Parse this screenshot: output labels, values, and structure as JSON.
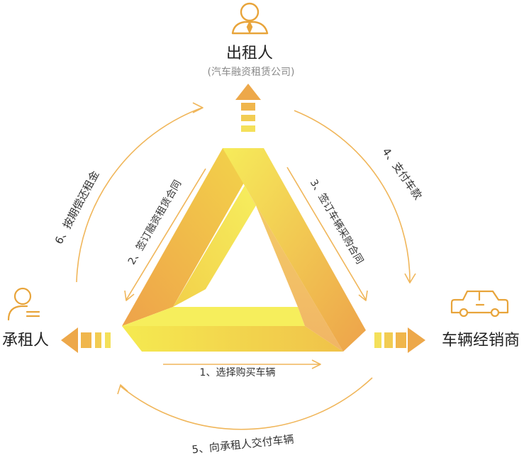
{
  "nodes": {
    "lessor": {
      "title": "出租人",
      "subtitle": "(汽车融资租赁公司)",
      "icon": "person-tie-icon"
    },
    "lessee": {
      "title": "承租人",
      "icon": "person-icon"
    },
    "dealer": {
      "title": "车辆经销商",
      "icon": "car-icon"
    }
  },
  "edges": {
    "e1": "1、选择购买车辆",
    "e2": "2、签订融资租赁合同",
    "e3": "3、签订车辆采购合同",
    "e4": "4、支付车款",
    "e5": "5、向承租人交付车辆",
    "e6": "6、按期偿还租金"
  },
  "colors": {
    "accent": "#e8a43a",
    "yellow_light": "#f4ee5a",
    "yellow": "#f2d14a",
    "orange": "#eea24a",
    "arc": "#f0b65a"
  }
}
